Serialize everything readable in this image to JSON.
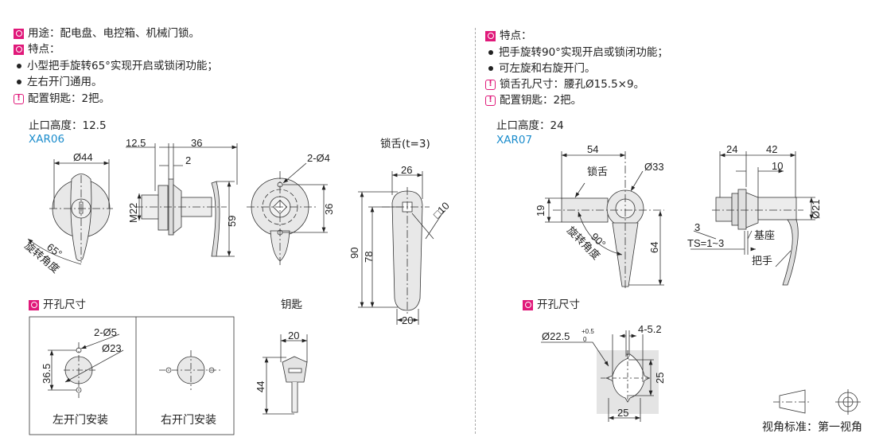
{
  "left": {
    "usage": "用途：配电盘、电控箱、机械门锁。",
    "features_title": "特点：",
    "features": [
      "小型把手旋转65°实现开启或锁闭功能；",
      "左右开门通用。"
    ],
    "keys_note": "配置钥匙：2把。",
    "flange_height": "止口高度：12.5",
    "model": "XAR06",
    "dims": {
      "d44": "Ø44",
      "d12_5": "12.5",
      "d36": "36",
      "d2": "2",
      "m22": "M22",
      "d59": "59",
      "angle": "65°",
      "rotation": "旋转角度",
      "holes": "2-Ø4",
      "d36b": "36",
      "tongue_title": "锁舌(t=3)",
      "d26": "26",
      "sq10": "□10",
      "d90": "90",
      "d78": "78",
      "d20": "20"
    },
    "cutout_title": "开孔尺寸",
    "cutout": {
      "holes": "2-Ø5",
      "d23": "Ø23",
      "d36_5": "36.5",
      "left_label": "左开门安装",
      "right_label": "右开门安装"
    },
    "key_title": "钥匙",
    "key": {
      "d20": "20",
      "d44": "44"
    }
  },
  "right": {
    "features_title": "特点：",
    "features": [
      "把手旋转90°实现开启或锁闭功能；",
      "可左旋和右旋开门。"
    ],
    "tongue_hole": "锁舌孔尺寸：腰孔Ø15.5×9。",
    "keys_note": "配置钥匙：2把。",
    "flange_height": "止口高度：24",
    "model": "XAR07",
    "dims": {
      "d54": "54",
      "tongue": "锁舌",
      "d33": "Ø33",
      "d19": "19",
      "angle": "90°",
      "rotation": "旋转角度",
      "d64": "64",
      "d24": "24",
      "d42": "42",
      "d10": "10",
      "d21": "Ø21",
      "d3": "3",
      "ts": "TS=1~3",
      "base": "基座",
      "handle": "把手"
    },
    "cutout_title": "开孔尺寸",
    "cutout": {
      "d22_5": "Ø22.5",
      "tol_upper": "+0.5",
      "tol_lower": "0",
      "slots": "4-5.2",
      "d25v": "25",
      "d25h": "25"
    }
  },
  "projection": {
    "label": "视角标准：第一视角"
  },
  "colors": {
    "accent": "#e0197a",
    "model": "#1b8ccc"
  }
}
